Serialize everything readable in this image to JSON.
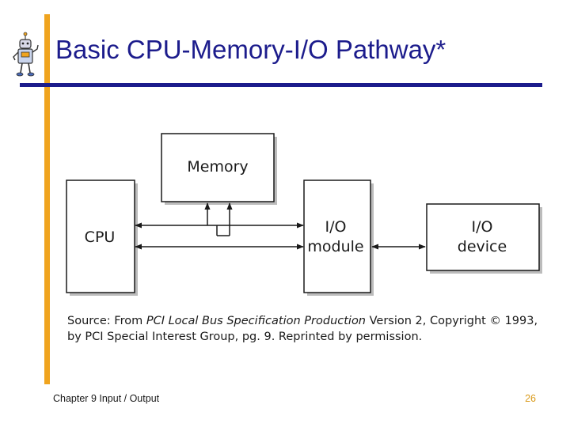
{
  "slide": {
    "title": "Basic CPU-Memory-I/O Pathway*",
    "footer_left": "Chapter 9 Input / Output",
    "page_number": "26"
  },
  "diagram": {
    "memory_label": "Memory",
    "cpu_label": "CPU",
    "io_module_label_1": "I/O",
    "io_module_label_2": "module",
    "io_device_label_1": "I/O",
    "io_device_label_2": "device"
  },
  "source_note": {
    "lead": "Source: From ",
    "italic": "PCI Local Bus Specification Production",
    "tail": " Version 2, Copyright © 1993, by PCI Special Interest Group, pg. 9. Reprinted by permission."
  },
  "colors": {
    "title": "#1c1c8c",
    "accent_bar": "#f0a41e",
    "rule": "#1c1c8c",
    "page_number": "#d99a1a"
  },
  "icons": {
    "logo": "robot-mascot-icon"
  }
}
